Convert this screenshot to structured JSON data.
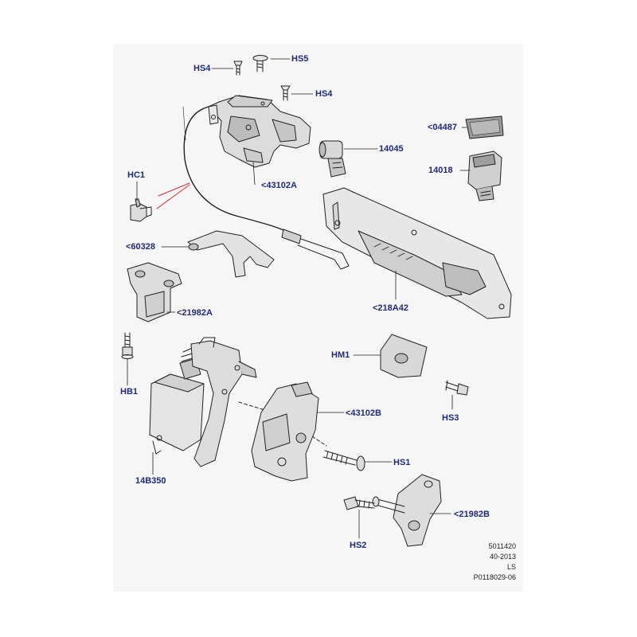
{
  "callouts": {
    "hs4_top": "HS4",
    "hs5": "HS5",
    "hs4_right": "HS4",
    "c04487": "<04487",
    "c14045": "14045",
    "c14018": "14018",
    "hc1": "HC1",
    "c43102a": "<43102A",
    "c60328": "<60328",
    "c218a42": "<218A42",
    "c21982a": "<21982A",
    "hm1": "HM1",
    "hb1": "HB1",
    "c43102b": "<43102B",
    "hs3": "HS3",
    "hs1": "HS1",
    "c14b350": "14B350",
    "c21982b": "<21982B",
    "hs2": "HS2"
  },
  "footer": {
    "line1": "5011420",
    "line2": "40-2013",
    "line3": "LS",
    "line4": "P0118029-06"
  },
  "colors": {
    "callout_text": "#1f2a7a",
    "panel_bg": "#f6f6f6",
    "leader_red": "#d0312d",
    "line": "#222222"
  }
}
